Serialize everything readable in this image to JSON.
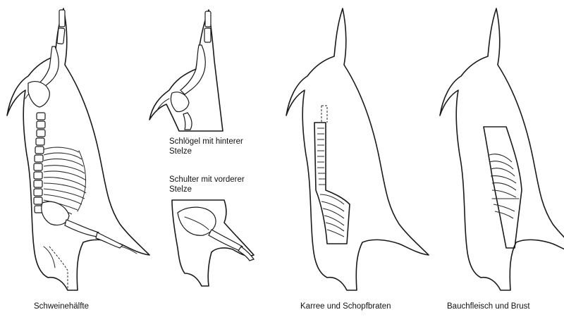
{
  "labels": {
    "half": "Schweinehälfte",
    "ham": "Schlögel mit hinterer Stelze",
    "shoulder": "Schulter mit vorderer Stelze",
    "loin": "Karree und Schopfbraten",
    "belly": "Bauchfleisch und Brust"
  }
}
